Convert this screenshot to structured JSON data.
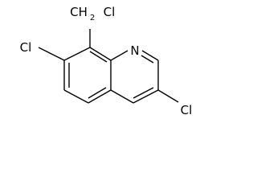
{
  "molecule": {
    "atoms": {
      "cl_ch2": "Cl",
      "ch2_c": "CH",
      "ch2_sub": "2",
      "n": "N",
      "cl_7": "Cl",
      "cl_3": "Cl"
    }
  }
}
